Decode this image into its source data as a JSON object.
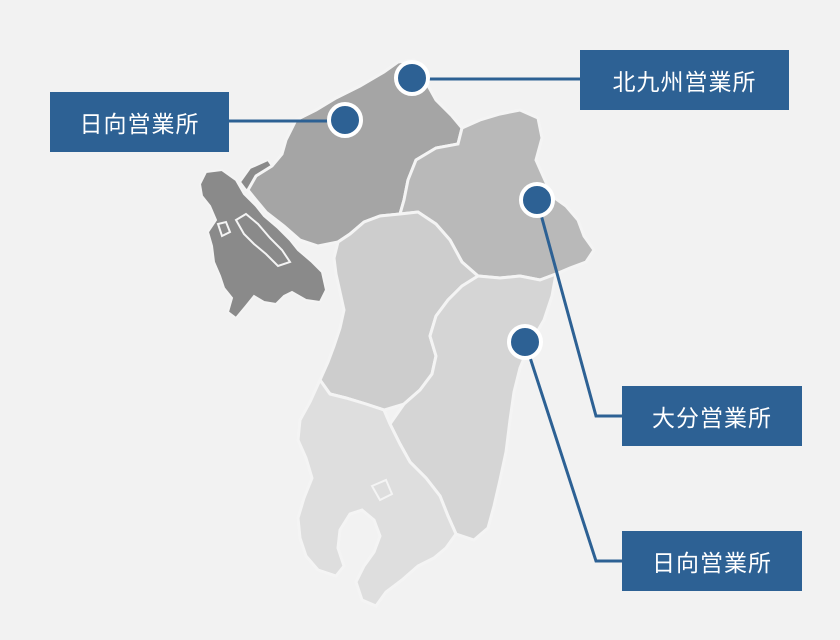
{
  "offices": [
    {
      "id": "kitakyushu",
      "label": "北九州営業所"
    },
    {
      "id": "fukuoka",
      "label": "日向営業所"
    },
    {
      "id": "oita",
      "label": "大分営業所"
    },
    {
      "id": "hyuga",
      "label": "日向営業所"
    }
  ],
  "colors": {
    "background": "#f2f2f2",
    "accent": "#2d6194",
    "marker_fill": "#2d6194",
    "marker_ring": "#ffffff",
    "region_fukuoka": "#a5a5a5",
    "region_oita": "#b9b9b9",
    "region_kumamoto": "#cdcdcd",
    "region_miyazaki": "#d5d5d5",
    "region_kagoshima": "#dedede",
    "region_saga": "#8a8a8a",
    "region_nagasaki": "#8a8a8a",
    "border": "#f4f4f4"
  }
}
